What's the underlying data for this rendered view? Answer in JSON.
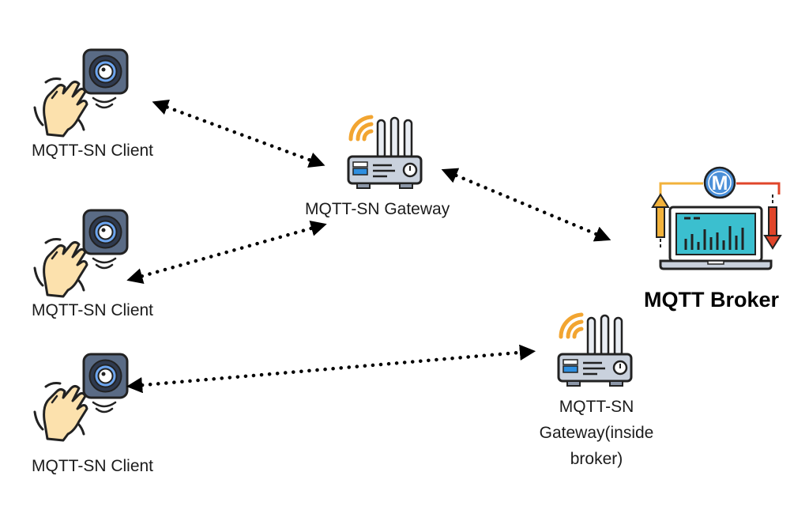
{
  "nodes": {
    "client_1": {
      "label": "MQTT-SN Client"
    },
    "client_2": {
      "label": "MQTT-SN Client"
    },
    "client_3": {
      "label": "MQTT-SN Client"
    },
    "gateway": {
      "label": "MQTT-SN Gateway"
    },
    "gateway_inside": {
      "label_lines": [
        "MQTT-SN",
        "Gateway(inside",
        "broker)"
      ]
    },
    "broker": {
      "label": "MQTT Broker",
      "logo_letter": "M"
    }
  },
  "colors": {
    "connector": "#000000",
    "device_body": "#5a6b85",
    "device_ring": "#6ea6f0",
    "hand_fill": "#fce1ad",
    "wifi_arc": "#f2a531",
    "router_body": "#c9d1dd",
    "router_blue": "#2f8fe0",
    "screen_teal": "#3bbfcf",
    "arrow_up": "#f2b23b",
    "arrow_down": "#e0452a",
    "logo_blue": "#4a8fd8"
  },
  "icons": [
    "device-icon",
    "waving-hand-icon",
    "router-icon",
    "wifi-signal-icon",
    "laptop-icon",
    "mqtt-logo-icon",
    "up-arrow-icon",
    "down-arrow-icon"
  ]
}
